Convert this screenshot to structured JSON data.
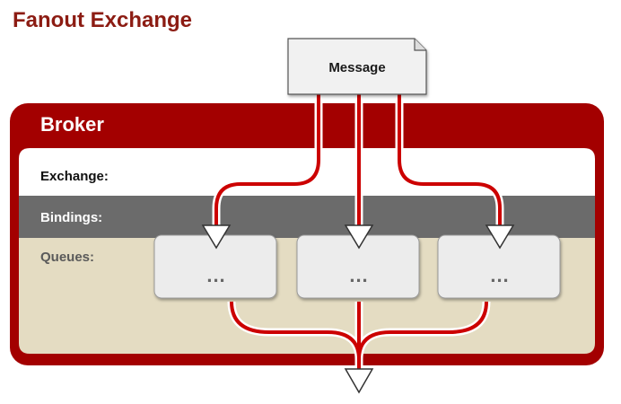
{
  "title": "Fanout Exchange",
  "broker": {
    "label": "Broker"
  },
  "rows": {
    "exchange": "Exchange:",
    "bindings": "Bindings:",
    "queues": "Queues:"
  },
  "message": {
    "label": "Message"
  },
  "queues": [
    {
      "label": "..."
    },
    {
      "label": "..."
    },
    {
      "label": "..."
    }
  ],
  "colors": {
    "title": "#8c1c13",
    "broker": "#a30000",
    "route_line": "#cc0000",
    "bindings_band": "#6b6b6b",
    "queues_band": "#e4dcc2",
    "exchange_band": "#ffffff",
    "message_box": "#f1f1f1",
    "queue_box": "#ececec"
  },
  "icons": {
    "arrow": "triangle-down-icon"
  }
}
